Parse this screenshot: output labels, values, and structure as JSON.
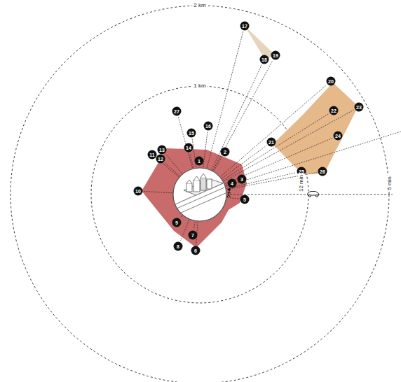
{
  "diagram": {
    "labels": [
      "2 km",
      "1 km",
      "1",
      "2",
      "3",
      "4",
      "5",
      "6",
      "7",
      "8",
      "9",
      "10",
      "11",
      "12",
      "13",
      "14",
      "15",
      "16",
      "17",
      "18",
      "19",
      "20",
      "21",
      "22",
      "23",
      "24",
      "25",
      "26",
      "27",
      "12 min",
      "5 min"
    ]
  }
}
